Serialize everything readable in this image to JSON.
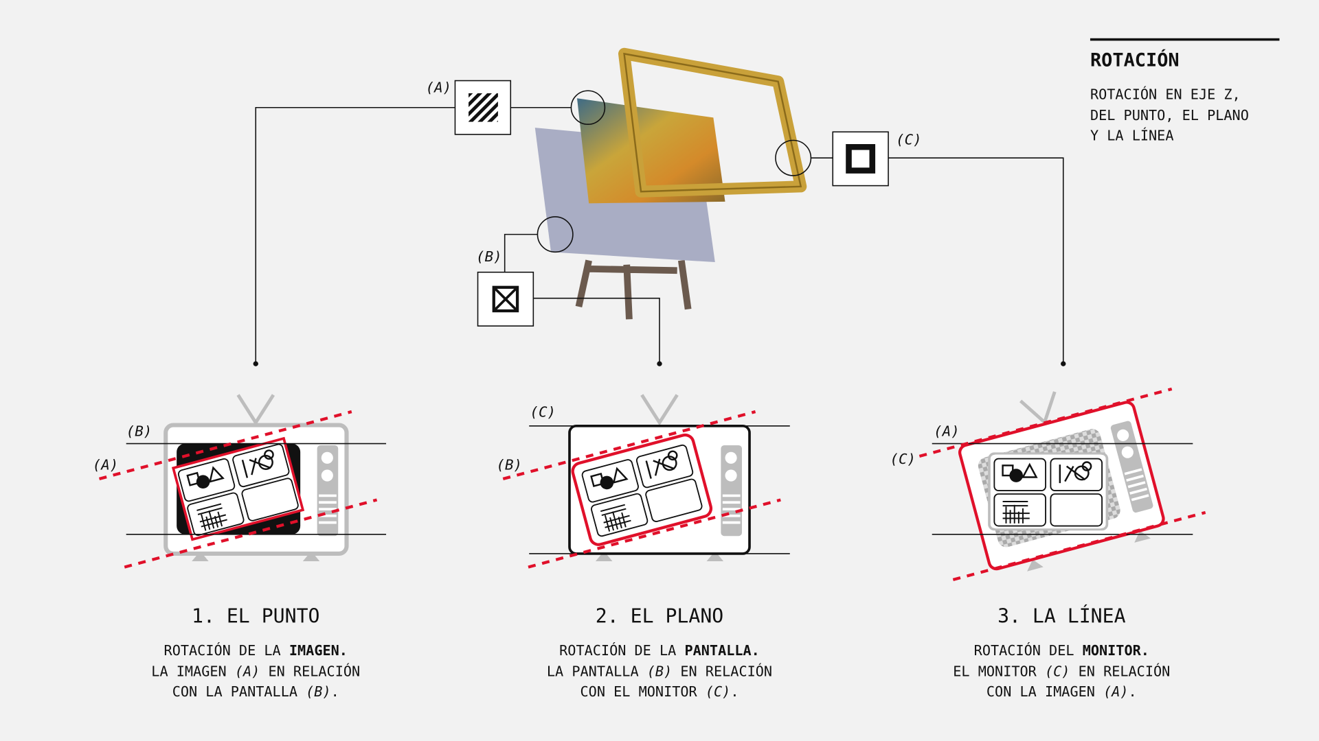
{
  "header": {
    "title": "ROTACIÓN",
    "description": [
      "ROTACIÓN EN EJE Z,",
      "DEL PUNTO, EL PLANO",
      "Y LA LÍNEA"
    ]
  },
  "diagram": {
    "labels": {
      "a": "(A)",
      "b": "(B)",
      "c": "(C)"
    },
    "icons": {
      "a": "hatched-square-icon",
      "b": "crossed-square-icon",
      "c": "outlined-square-icon"
    }
  },
  "panels": [
    {
      "title": "1. EL PUNTO",
      "line1_pre": "ROTACIÓN DE LA ",
      "line1_bold": "IMAGEN.",
      "line2_pre": "LA IMAGEN ",
      "line2_it": "(A)",
      "line2_post": " EN RELACIÓN",
      "line3_pre": "CON LA PANTALLA ",
      "line3_it": "(B)",
      "line3_post": ".",
      "label_top": "(B)",
      "label_side": "(A)"
    },
    {
      "title": "2. EL PLANO",
      "line1_pre": "ROTACIÓN DE LA ",
      "line1_bold": "PANTALLA.",
      "line2_pre": "LA PANTALLA ",
      "line2_it": "(B)",
      "line2_post": " EN RELACIÓN",
      "line3_pre": "CON EL MONITOR ",
      "line3_it": "(C)",
      "line3_post": ".",
      "label_top": "(C)",
      "label_side": "(B)"
    },
    {
      "title": "3. LA LÍNEA",
      "line1_pre": "ROTACIÓN DEL ",
      "line1_bold": "MONITOR.",
      "line2_pre": "EL MONITOR ",
      "line2_it": "(C)",
      "line2_post": " EN RELACIÓN",
      "line3_pre": "CON LA IMAGEN ",
      "line3_it": "(A)",
      "line3_post": ".",
      "label_top": "(A)",
      "label_side": "(C)"
    }
  ],
  "colors": {
    "accent": "#e0102a",
    "frame_gold": "#c9a13a",
    "tv_gray": "#bdbdbd"
  }
}
